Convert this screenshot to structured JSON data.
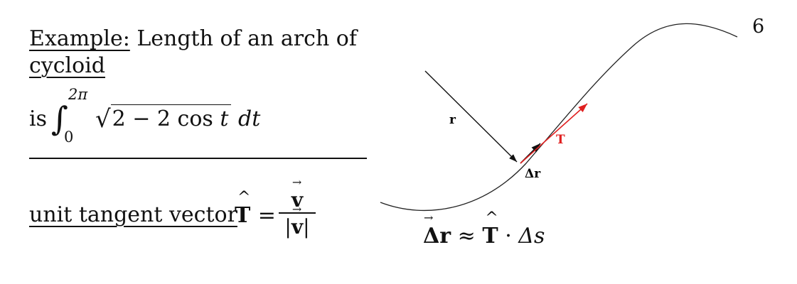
{
  "page_number": "6",
  "example": {
    "label": "Example:",
    "title": "Length of an arch of",
    "title2": "cycloid",
    "is": "is",
    "upper_limit": "2π",
    "lower_limit": "0",
    "radicand": "2 − 2 cos",
    "t": "t",
    "dt": "dt"
  },
  "tangent": {
    "label": "unit tangent vector",
    "T": "T",
    "equals": "=",
    "numerator": "v",
    "denominator_bar_left": "|",
    "denominator": "v",
    "denominator_bar_right": "|"
  },
  "diagram": {
    "label_r": "r",
    "label_T": "T",
    "label_delta_r": "Δr",
    "curve_color": "#222222",
    "tangent_color": "#e02020",
    "caption_delta_r": "Δr",
    "caption_approx": "≈",
    "caption_T": "T",
    "caption_dot": "·",
    "caption_delta_s": "Δs"
  }
}
